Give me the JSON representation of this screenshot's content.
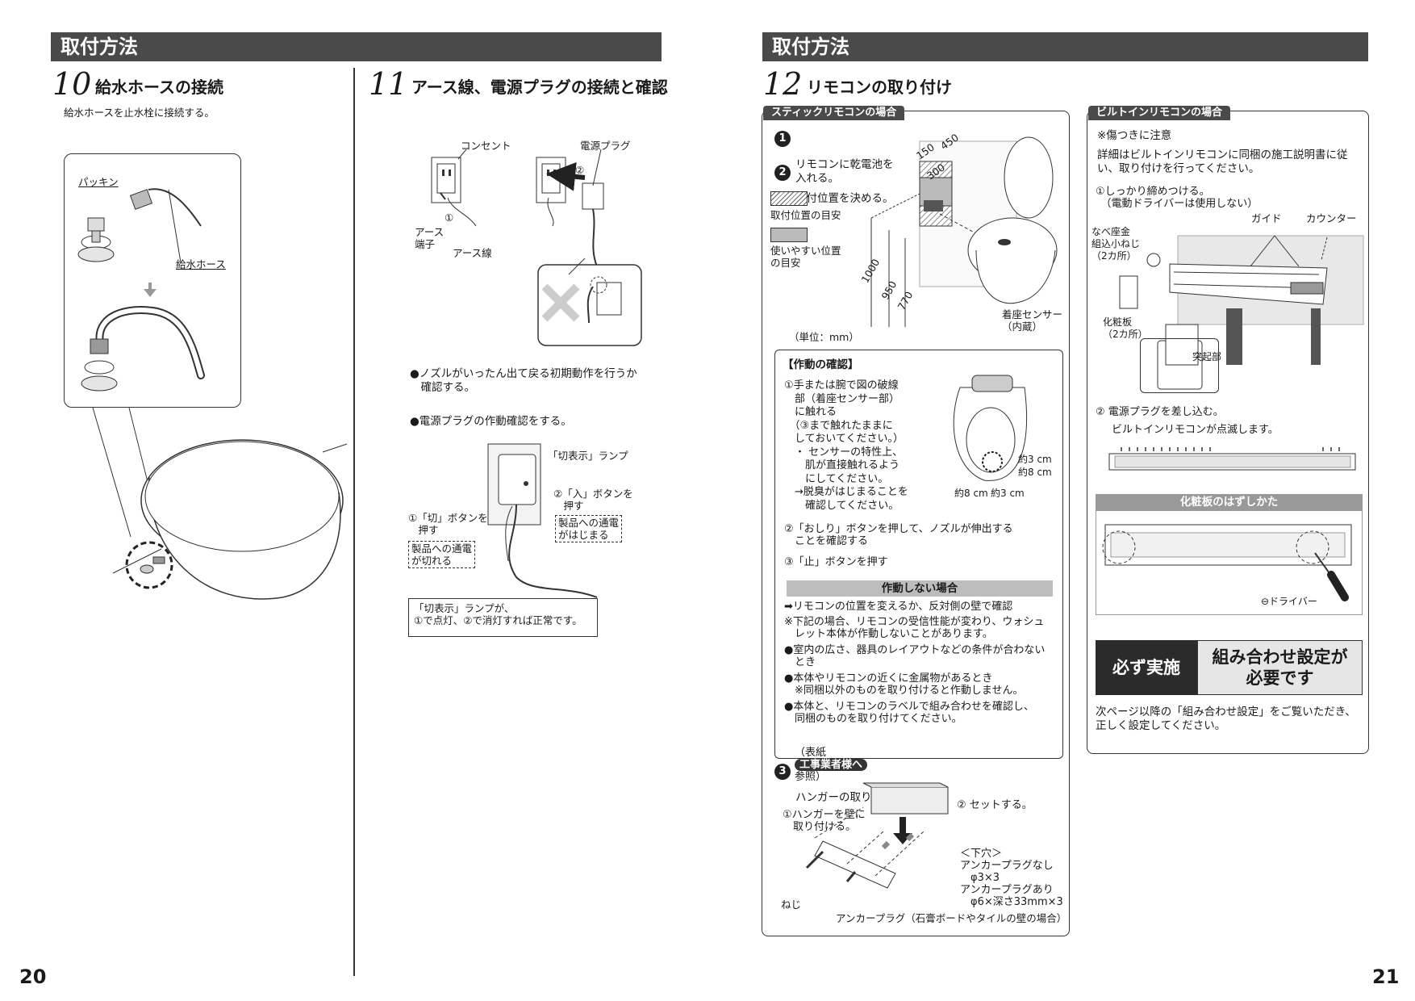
{
  "left": {
    "header": "取付方法",
    "step10": {
      "number": "10",
      "title": "給水ホースの接続",
      "instruction": "給水ホースを止水栓に接続する。",
      "labels": {
        "packing": "パッキン",
        "hose": "給水ホース"
      }
    },
    "step11": {
      "number": "11",
      "title": "アース線、電源プラグの接続と確認",
      "labels": {
        "outlet": "コンセント",
        "plug": "電源プラグ",
        "c1": "①",
        "c2": "②",
        "earth_terminal": "アース\n端子",
        "earth_wire": "アース線",
        "lamp": "「切表示」ランプ",
        "btn_on": "②「入」ボタンを\n　押す",
        "power_on": "製品への通電\nがはじまる",
        "btn_off": "①「切」ボタンを\n　押す",
        "power_off": "製品への通電\nが切れる"
      },
      "bullet1": "●ノズルがいったん出て戻る初期動作を行うか\n　確認する。",
      "bullet2": "●電源プラグの作動確認をする。",
      "note": "「切表示」ランプが、\n①で点灯、②で消灯すれば正常です。"
    },
    "page_number": "20"
  },
  "right": {
    "header": "取付方法",
    "step12": {
      "number": "12",
      "title": "リモコンの取り付け"
    },
    "stick": {
      "tab": "スティックリモコンの場合",
      "s1": "リモコンに乾電池を\n入れる。",
      "s1_num": "1",
      "s2": "取付位置を決める。",
      "s2_num": "2",
      "legend_hatch": "取付位置の目安",
      "legend_gray": "使いやすい位置\nの目安",
      "dims": {
        "d150": "150",
        "d450": "450",
        "d300": "300",
        "d1000": "1000",
        "d950": "950",
        "d770": "770"
      },
      "unit": "（単位：mm）",
      "sensor": "着座センサー\n（内蔵）",
      "check_title": "【作動の確認】",
      "check1": "①手または腕で図の破線\n　部（着座センサー部）\n　に触れる\n　（③まで触れたままに\n　しておいてください。）\n　・ センサーの特性上、\n　　肌が直接触れるよう\n　　にしてください。\n　→脱臭がはじまることを\n　　確認してください。",
      "approx_labels": {
        "a": "約3 cm",
        "b": "約8 cm",
        "c": "約8 cm",
        "d": "約3 cm"
      },
      "check2": "②「おしり」ボタンを押して、ノズルが伸出する\n　ことを確認する",
      "check3": "③「止」ボタンを押す",
      "fail_bar": "作動しない場合",
      "fail1": "➡リモコンの位置を変えるか、反対側の壁で確認",
      "fail2": "※下記の場合、リモコンの受信性能が変わり、ウォシュ\n　レット本体が作動しないことがあります。",
      "fail3": "●室内の広さ、器具のレイアウトなどの条件が合わない\n　とき",
      "fail4": "●本体やリモコンの近くに金属物があるとき\n　※同梱以外のものを取り付けると作動しません。",
      "fail5": "●本体と、リモコンのラベルで組み合わせを確認し、\n　同梱のものを取り付けてください。",
      "ref_pre": "（表紙",
      "ref_pill": "工事業者様へ",
      "ref_post": "参照）",
      "s3_num": "3",
      "s3": "ハンガーの取り付け",
      "hanger1": "①ハンガーを壁に\n　取り付ける。",
      "hanger2": "② セットする。",
      "shitaana": "＜下穴＞\nアンカープラグなし\n　φ3×3\nアンカープラグあり\n　φ6×深さ33mm×3",
      "screw": "ねじ",
      "anchor": "アンカープラグ（石膏ボードやタイルの壁の場合）"
    },
    "builtin": {
      "tab": "ビルトインリモコンの場合",
      "caution": "※傷つきに注意",
      "detail": "詳細はビルトインリモコンに同梱の施工説明書に従\nい、取り付けを行ってください。",
      "step1": "①しっかり締めつける。\n　（電動ドライバーは使用しない）",
      "guide": "ガイド",
      "counter": "カウンター",
      "screws": "なべ座金\n組込小ねじ\n（2カ所）",
      "panel": "化粧板\n（2カ所）",
      "protrusion": "突起部",
      "step2": "② 電源プラグを差し込む。",
      "blink": "ビルトインリモコンが点滅します。",
      "removal_bar": "化粧板のはずしかた",
      "driver": "⊖ドライバー",
      "must_label": "必ず実施",
      "must_text": "組み合わせ設定が\n必要です",
      "next": "次ページ以降の「組み合わせ設定」をご覧いただき、\n正しく設定してください。"
    },
    "page_number": "21"
  }
}
